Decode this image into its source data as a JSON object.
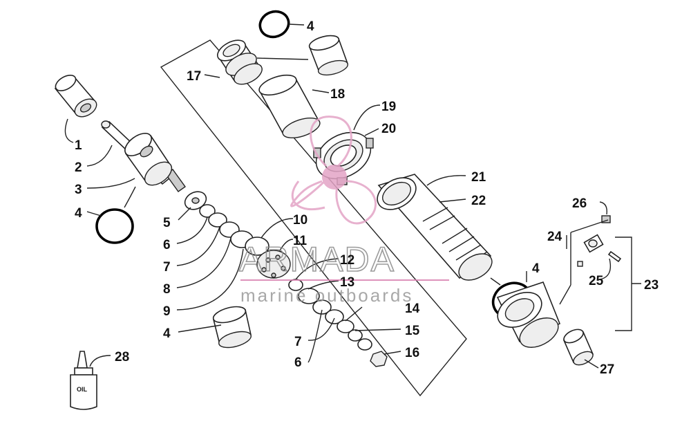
{
  "labels": [
    "1",
    "2",
    "3",
    "4",
    "5",
    "6",
    "7",
    "8",
    "9",
    "10",
    "11",
    "12",
    "13",
    "14",
    "15",
    "16",
    "17",
    "18",
    "19",
    "20",
    "21",
    "22",
    "23",
    "24",
    "25",
    "26",
    "27",
    "28"
  ],
  "oil_bottle_text": "OIL",
  "watermark": {
    "brand": "ARMADA",
    "tagline": "marine outboards",
    "colors": {
      "logo": "#e3a4c6",
      "text": "#8a8a8a",
      "rule": "#d97fb0"
    }
  },
  "icons": [
    "propeller-logo"
  ]
}
